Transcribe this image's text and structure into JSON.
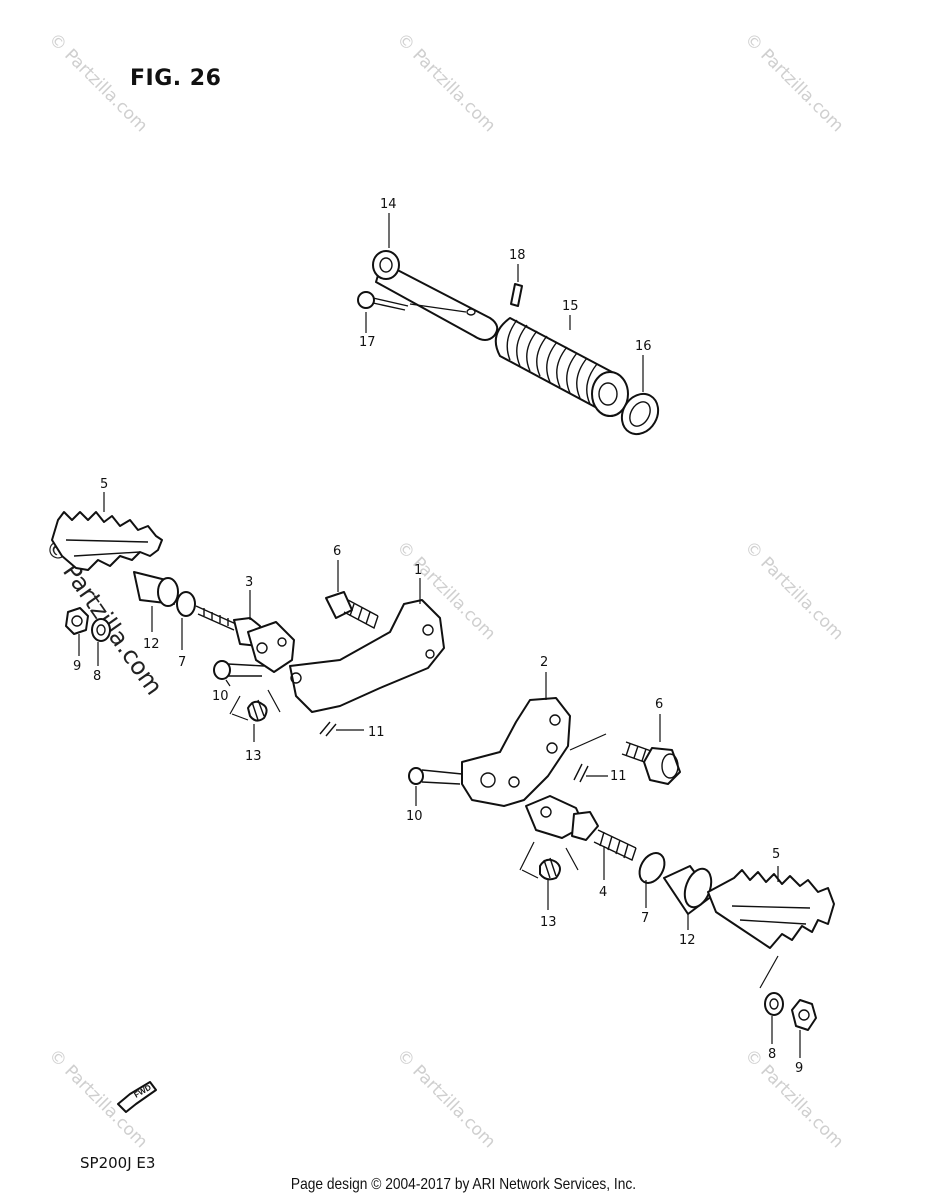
{
  "figure": {
    "title": "FIG. 26",
    "model_code": "SP200J E3",
    "footer": "Page design © 2004-2017 by ARI Network Services, Inc.",
    "fwd_label": "FWD",
    "watermark": "© Partzilla.com"
  },
  "callouts": {
    "c1": "1",
    "c2": "2",
    "c3": "3",
    "c4": "4",
    "c5a": "5",
    "c5b": "5",
    "c6a": "6",
    "c6b": "6",
    "c7a": "7",
    "c7b": "7",
    "c8a": "8",
    "c8b": "8",
    "c9a": "9",
    "c9b": "9",
    "c10a": "10",
    "c10b": "10",
    "c11a": "11",
    "c11b": "11",
    "c12a": "12",
    "c12b": "12",
    "c13a": "13",
    "c13b": "13",
    "c14": "14",
    "c15": "15",
    "c16": "16",
    "c17": "17",
    "c18": "18"
  }
}
